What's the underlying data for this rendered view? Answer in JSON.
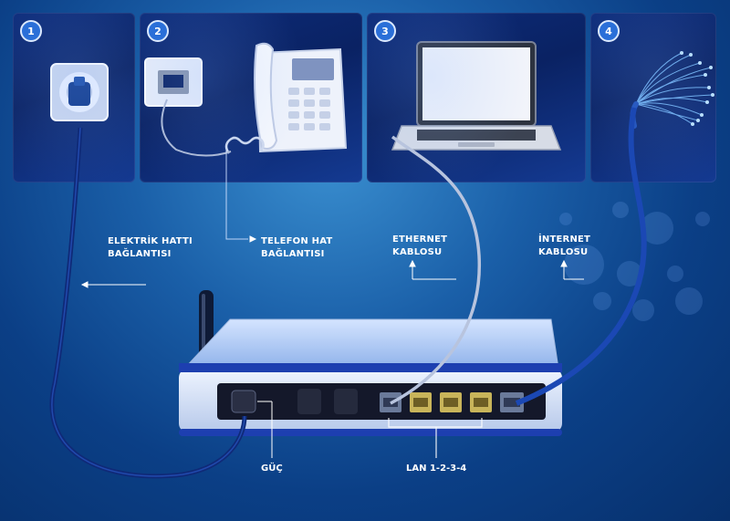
{
  "panels": [
    {
      "number": "1",
      "icon": "power-socket-icon"
    },
    {
      "number": "2",
      "icon": "telephone-icon"
    },
    {
      "number": "3",
      "icon": "laptop-icon"
    },
    {
      "number": "4",
      "icon": "fiber-optic-icon"
    }
  ],
  "labels": {
    "power": [
      "ELEKTRİK HATTI",
      "BAĞLANTISI"
    ],
    "phone": [
      "TELEFON HAT",
      "BAĞLANTISI"
    ],
    "ethernet": [
      "ETHERNET",
      "KABLOSU"
    ],
    "internet": [
      "İNTERNET",
      "KABLOSU"
    ],
    "guc": "GÜÇ",
    "lan": "LAN 1-2-3-4"
  }
}
